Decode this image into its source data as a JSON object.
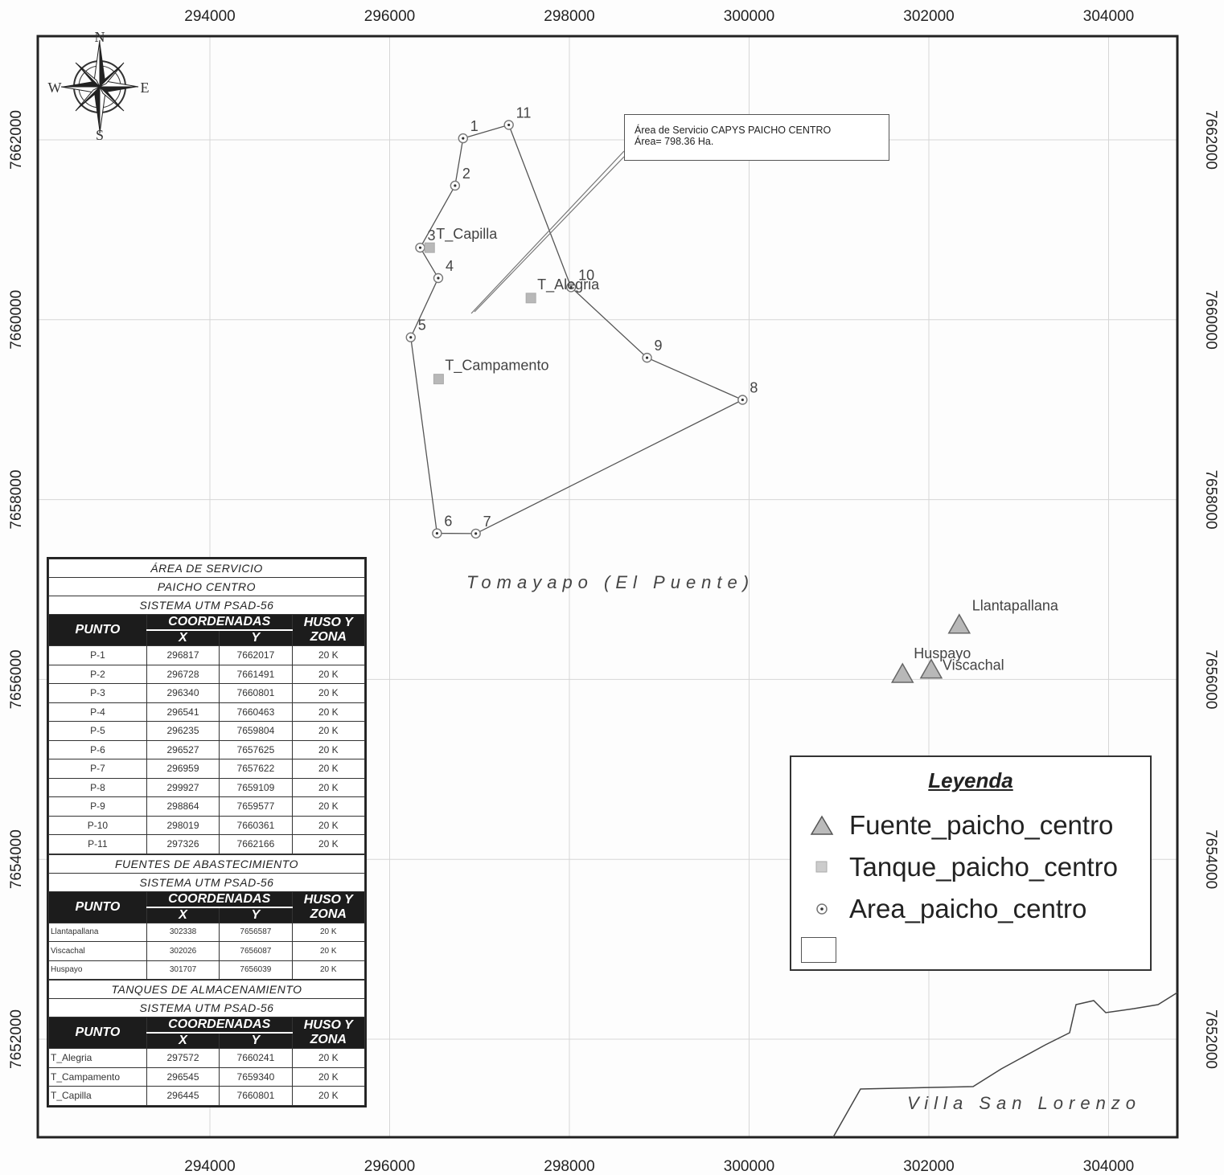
{
  "map": {
    "x_ticks": [
      "294000",
      "296000",
      "298000",
      "300000",
      "302000",
      "304000"
    ],
    "y_ticks": [
      "7662000",
      "7660000",
      "7658000",
      "7656000",
      "7654000",
      "7652000"
    ],
    "compass": {
      "n": "N",
      "s": "S",
      "e": "E",
      "w": "W"
    },
    "place_names": {
      "tomayapo": "Tomayapo (El Puente)",
      "villa": "Villa San Lorenzo"
    },
    "callout": {
      "line1": "Área de Servicio CAPYS PAICHO CENTRO",
      "line2": "Área= 798.36 Ha."
    },
    "polygon_points": [
      {
        "label": "1",
        "x": 296817,
        "y": 7662017
      },
      {
        "label": "2",
        "x": 296728,
        "y": 7661491
      },
      {
        "label": "3",
        "x": 296340,
        "y": 7660801
      },
      {
        "label": "4",
        "x": 296541,
        "y": 7660463
      },
      {
        "label": "5",
        "x": 296235,
        "y": 7659804
      },
      {
        "label": "6",
        "x": 296527,
        "y": 7657625
      },
      {
        "label": "7",
        "x": 296959,
        "y": 7657622
      },
      {
        "label": "8",
        "x": 299927,
        "y": 7659109
      },
      {
        "label": "9",
        "x": 298864,
        "y": 7659577
      },
      {
        "label": "10",
        "x": 298019,
        "y": 7660361
      },
      {
        "label": "11",
        "x": 297326,
        "y": 7662166
      }
    ],
    "tanks": [
      {
        "label": "T_Alegria",
        "x": 297572,
        "y": 7660241
      },
      {
        "label": "T_Campamento",
        "x": 296545,
        "y": 7659340
      },
      {
        "label": "T_Capilla",
        "x": 296445,
        "y": 7660801
      }
    ],
    "sources": [
      {
        "label": "Llantapallana",
        "x": 302338,
        "y": 7656587
      },
      {
        "label": "Viscachal",
        "x": 302026,
        "y": 7656087
      },
      {
        "label": "Huspayo",
        "x": 301707,
        "y": 7656039
      }
    ],
    "colors": {
      "polygon": "#555555",
      "symbol": "#b8b8b8",
      "grid": "#d6d6d6"
    }
  },
  "legend": {
    "title": "Leyenda",
    "items": [
      {
        "symbol": "triangle",
        "label": "Fuente_paicho_centro"
      },
      {
        "symbol": "square",
        "label": "Tanque_paicho_centro"
      },
      {
        "symbol": "circle-dot",
        "label": "Area_paicho_centro"
      }
    ]
  },
  "tables": {
    "area": {
      "title1": "ÁREA DE SERVICIO",
      "title2": "PAICHO CENTRO",
      "title3": "SISTEMA UTM PSAD-56",
      "headers": {
        "punto": "PUNTO",
        "coords": "COORDENADAS",
        "x": "X",
        "y": "Y",
        "huso": "HUSO Y ZONA"
      },
      "rows": [
        [
          "P-1",
          "296817",
          "7662017",
          "20 K"
        ],
        [
          "P-2",
          "296728",
          "7661491",
          "20 K"
        ],
        [
          "P-3",
          "296340",
          "7660801",
          "20 K"
        ],
        [
          "P-4",
          "296541",
          "7660463",
          "20 K"
        ],
        [
          "P-5",
          "296235",
          "7659804",
          "20 K"
        ],
        [
          "P-6",
          "296527",
          "7657625",
          "20 K"
        ],
        [
          "P-7",
          "296959",
          "7657622",
          "20 K"
        ],
        [
          "P-8",
          "299927",
          "7659109",
          "20 K"
        ],
        [
          "P-9",
          "298864",
          "7659577",
          "20 K"
        ],
        [
          "P-10",
          "298019",
          "7660361",
          "20 K"
        ],
        [
          "P-11",
          "297326",
          "7662166",
          "20 K"
        ]
      ]
    },
    "sources": {
      "title1": "FUENTES DE ABASTECIMIENTO",
      "title2": "SISTEMA UTM PSAD-56",
      "headers": {
        "punto": "PUNTO",
        "coords": "COORDENADAS",
        "x": "X",
        "y": "Y",
        "huso": "HUSO Y ZONA"
      },
      "rows": [
        [
          "Llantapallana",
          "302338",
          "7656587",
          "20 K"
        ],
        [
          "Viscachal",
          "302026",
          "7656087",
          "20 K"
        ],
        [
          "Huspayo",
          "301707",
          "7656039",
          "20 K"
        ]
      ]
    },
    "tanks": {
      "title1": "TANQUES DE ALMACENAMIENTO",
      "title2": "SISTEMA UTM PSAD-56",
      "headers": {
        "punto": "PUNTO",
        "coords": "COORDENADAS",
        "x": "X",
        "y": "Y",
        "huso": "HUSO Y ZONA"
      },
      "rows": [
        [
          "T_Alegria",
          "297572",
          "7660241",
          "20 K"
        ],
        [
          "T_Campamento",
          "296545",
          "7659340",
          "20 K"
        ],
        [
          "T_Capilla",
          "296445",
          "7660801",
          "20 K"
        ]
      ]
    }
  }
}
